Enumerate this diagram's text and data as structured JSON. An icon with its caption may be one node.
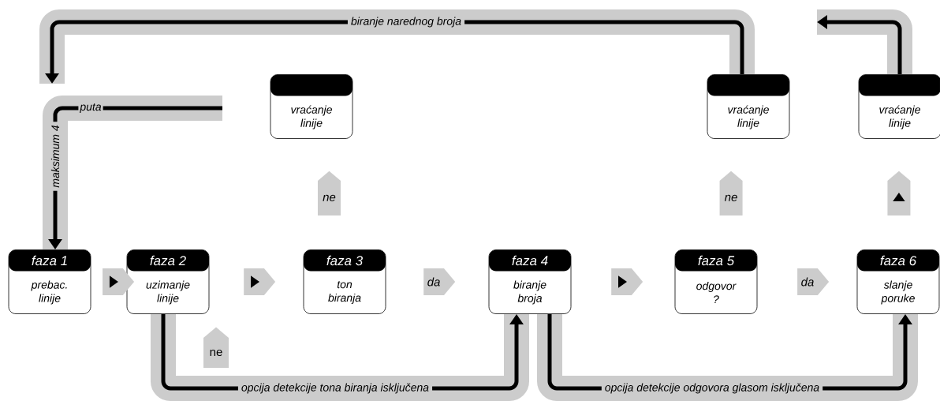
{
  "diagram": {
    "nodes": [
      {
        "text": [
          "vraćanje linije"
        ]
      },
      {
        "text": [
          "vraćanje linije"
        ]
      },
      {
        "text": [
          "vraćanje linije"
        ]
      },
      {
        "text": [
          "faza 1",
          "prebac. linije"
        ]
      },
      {
        "text": [
          "faza 2",
          "uzimanje linije"
        ]
      },
      {
        "text": [
          "faza 3",
          "ton biranja"
        ]
      },
      {
        "text": [
          "faza 4",
          "biranje broja"
        ]
      },
      {
        "text": [
          "faza 5",
          "odgovor ?"
        ]
      },
      {
        "text": [
          "faza 6",
          "slanje poruke"
        ]
      }
    ],
    "edges": [
      {
        "from": 3,
        "to": 4,
        "arrow": "to"
      },
      {
        "from": 4,
        "to": 5,
        "arrow": "to"
      },
      {
        "from": 5,
        "to": 6,
        "arrow": "to",
        "label": "da"
      },
      {
        "from": 6,
        "to": 7,
        "arrow": "to"
      },
      {
        "from": 7,
        "to": 8,
        "arrow": "to",
        "label": "da"
      },
      {
        "from": 5,
        "to": 0,
        "arrow": "to",
        "label": "ne"
      },
      {
        "from": 7,
        "to": 1,
        "arrow": "to",
        "label": "ne"
      },
      {
        "from": 8,
        "to": 2,
        "arrow": "to"
      },
      {
        "from": 4,
        "to": 6,
        "arrow": "to",
        "label": "opcija detekcije tona biranja isključena"
      },
      {
        "from": 6,
        "to": 8,
        "arrow": "to",
        "label": "opcija detekcije odgovora glasom isključena"
      },
      {
        "from": 1,
        "to": null,
        "arrow": "to",
        "label": "biranje narednog broja"
      },
      {
        "from": 2,
        "to": null,
        "arrow": "to"
      },
      {
        "from": null,
        "to": 3,
        "arrow": "to",
        "label": "maksimum 4"
      }
    ],
    "labels": [
      "puta",
      "ne"
    ]
  }
}
